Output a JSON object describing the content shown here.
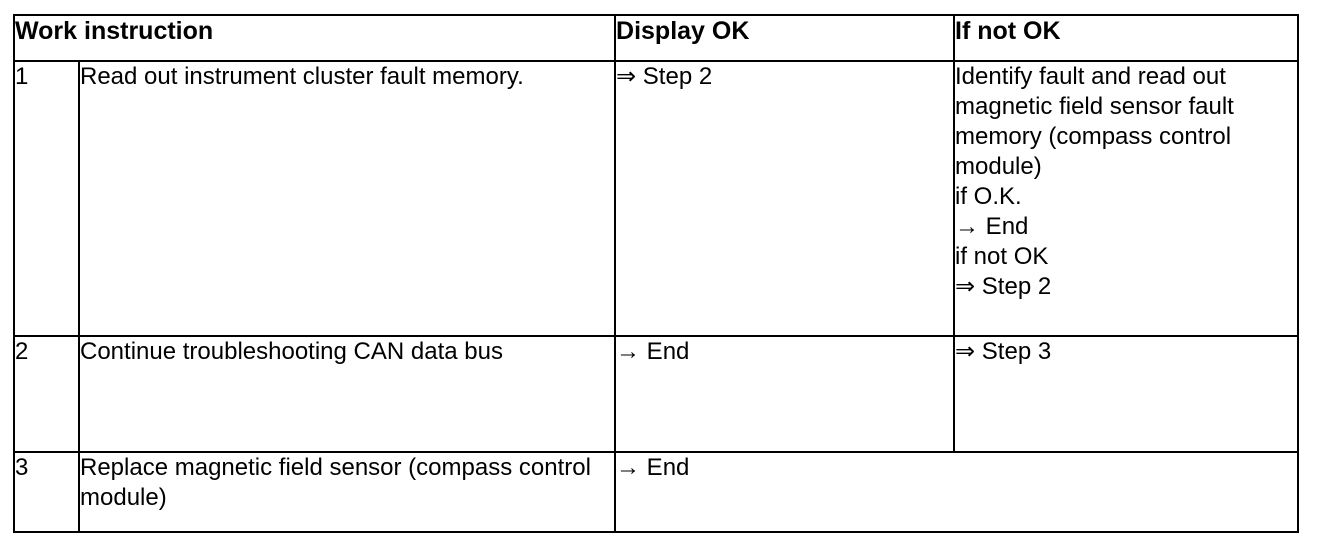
{
  "document": {
    "type": "work-instruction-table",
    "background_color": "#ffffff",
    "text_color": "#000000",
    "border_color": "#000000"
  },
  "table": {
    "headers": {
      "work_instruction": "Work instruction",
      "display_ok": "Display OK",
      "if_not_ok": "If not OK"
    },
    "rows": [
      {
        "step": "1",
        "instruction": "Read out instrument cluster fault memory.",
        "display_ok": "⇒ Step 2",
        "if_not_ok": "Identify fault and read out magnetic field sensor fault memory (compass control module)\nif O.K.\n→ End\nif not OK\n⇒ Step 2"
      },
      {
        "step": "2",
        "instruction": "Continue troubleshooting  CAN data bus",
        "display_ok": "→ End",
        "if_not_ok": "⇒ Step 3"
      },
      {
        "step": "3",
        "instruction": "Replace magnetic field sensor (compass control module)",
        "display_ok": "→ End",
        "if_not_ok": ""
      }
    ]
  }
}
